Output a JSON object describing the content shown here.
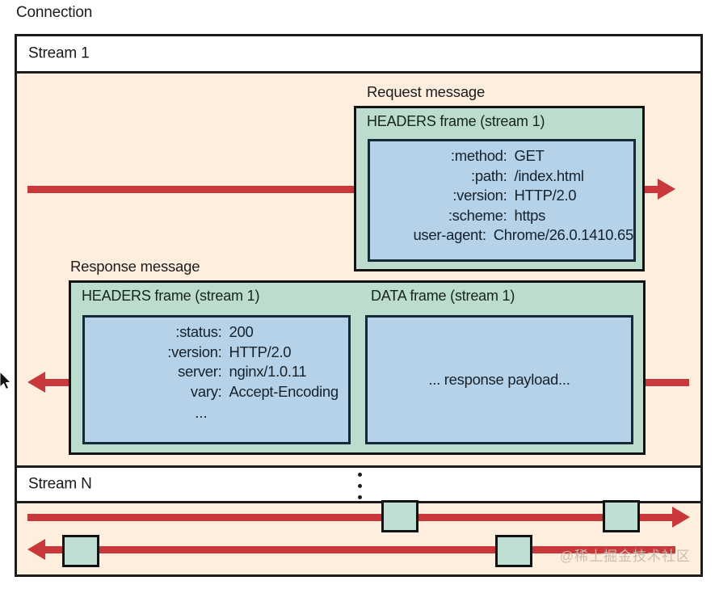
{
  "diagram": {
    "connection_label": "Connection",
    "watermark": "@稀土掘金技术社区",
    "colors": {
      "connection_fill": "#fdeede",
      "frame_green": "#bcdcce",
      "payload_blue": "#b6d2e9",
      "arrow_red": "#c9383a",
      "border_dark": "#1c1c1c",
      "stream_header_fill": "#ffffff"
    }
  },
  "stream1": {
    "header": "Stream 1",
    "request": {
      "caption": "Request message",
      "frame_title": "HEADERS frame (stream 1)",
      "headers": [
        {
          "key": ":method:",
          "value": "GET"
        },
        {
          "key": ":path:",
          "value": "/index.html"
        },
        {
          "key": ":version:",
          "value": "HTTP/2.0"
        },
        {
          "key": ":scheme:",
          "value": "https"
        },
        {
          "key": "user-agent:",
          "value": "Chrome/26.0.1410.65"
        }
      ]
    },
    "response": {
      "caption": "Response message",
      "headers_frame_title": "HEADERS frame (stream 1)",
      "data_frame_title": "DATA frame (stream 1)",
      "headers": [
        {
          "key": ":status:",
          "value": "200"
        },
        {
          "key": ":version:",
          "value": "HTTP/2.0"
        },
        {
          "key": "server:",
          "value": "nginx/1.0.11"
        },
        {
          "key": "vary:",
          "value": "Accept-Encoding"
        }
      ],
      "headers_more": "...",
      "data_payload": "... response payload..."
    }
  },
  "streamN": {
    "header": "Stream N",
    "ellipsis": "vertical-dots",
    "outbound_chunks": 2,
    "inbound_chunks": 2
  }
}
